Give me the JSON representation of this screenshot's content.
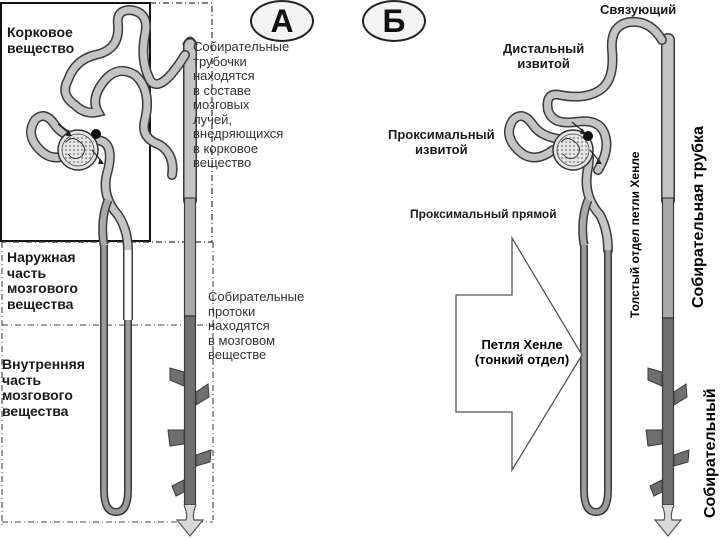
{
  "panel_a": {
    "letter": "А",
    "zones": {
      "cortex": "Корковое\nвещество",
      "outer_medulla": "Наружная\nчасть\nмозгового\nвещества",
      "inner_medulla": "Внутренняя\nчасть\nмозгового\nвещества"
    },
    "notes": {
      "collecting_tubules": "Собирательные\nтрубочки\nнаходятся\nв составе\nмозговых\nлучей,\nвнедряющихся\nв корковое\nвещество",
      "collecting_ducts": "Собирательные\nпротоки\nнаходятся\nв мозговом\nвеществе"
    }
  },
  "panel_b": {
    "letter": "Б",
    "labels": {
      "connecting": "Связующий",
      "distal": "Дистальный\nизвитой",
      "proximal_convoluted": "Проксимальный\nизвитой",
      "proximal_straight": "Проксимальный прямой",
      "thick_loop": "Толстый отдел петли Хенле",
      "collecting_tubule": "Собирательная трубка",
      "collecting": "Собирательный",
      "thin_loop": "Петля Хенле\n(тонкий отдел)"
    }
  },
  "colors": {
    "tube_light": "#c4c4c4",
    "tube_mid": "#a9a9a9",
    "tube_dark": "#6f6f6f",
    "outline": "#3a3a3a"
  }
}
